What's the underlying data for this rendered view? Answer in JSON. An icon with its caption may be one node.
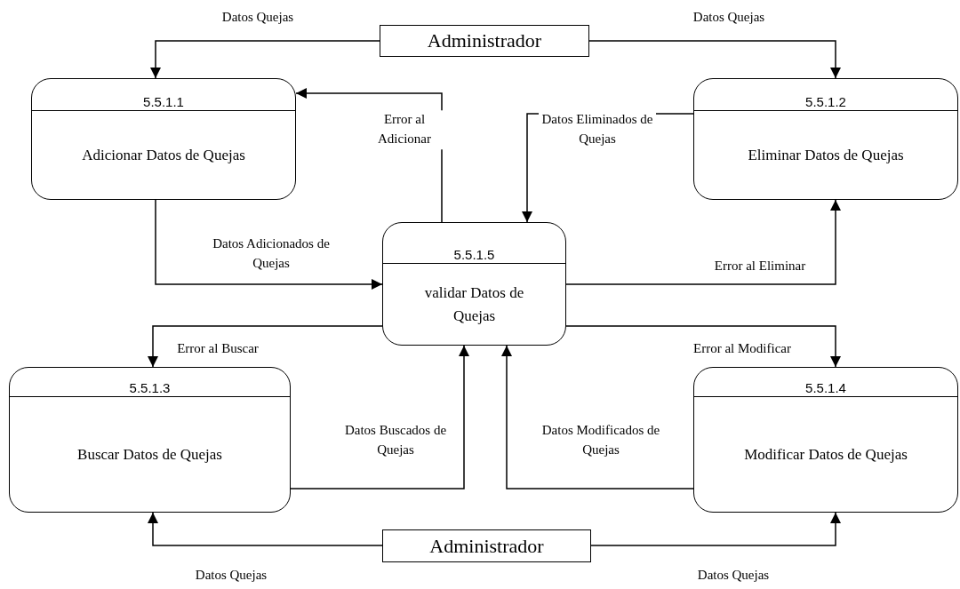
{
  "diagram": {
    "nodes": [
      {
        "text": [
          "Administrador"
        ]
      },
      {
        "text": [
          "5.5.1.1",
          "Adicionar Datos de Quejas"
        ]
      },
      {
        "text": [
          "5.5.1.2",
          "Eliminar Datos de Quejas"
        ]
      },
      {
        "text": [
          "5.5.1.5",
          "validar Datos de Quejas"
        ]
      },
      {
        "text": [
          "5.5.1.3",
          "Buscar Datos de Quejas"
        ]
      },
      {
        "text": [
          "5.5.1.4",
          "Modificar Datos de Quejas"
        ]
      },
      {
        "text": [
          "Administrador"
        ]
      }
    ],
    "edges": [
      {
        "from": 0,
        "to": 1,
        "arrow": "to",
        "label": "Datos Quejas"
      },
      {
        "from": 0,
        "to": 2,
        "arrow": "to",
        "label": "Datos Quejas"
      },
      {
        "from": 3,
        "to": 1,
        "arrow": "to",
        "label": "Error al Adicionar"
      },
      {
        "from": 2,
        "to": 3,
        "arrow": "to",
        "label": "Datos Eliminados de Quejas"
      },
      {
        "from": 1,
        "to": 3,
        "arrow": "to",
        "label": "Datos Adicionados de Quejas"
      },
      {
        "from": 3,
        "to": 2,
        "arrow": "to",
        "label": "Error al Eliminar"
      },
      {
        "from": 3,
        "to": 4,
        "arrow": "to",
        "label": "Error al Buscar"
      },
      {
        "from": 3,
        "to": 5,
        "arrow": "to",
        "label": "Error al Modificar"
      },
      {
        "from": 4,
        "to": 3,
        "arrow": "to",
        "label": "Datos Buscados de Quejas"
      },
      {
        "from": 5,
        "to": 3,
        "arrow": "to",
        "label": "Datos Modificados de Quejas"
      },
      {
        "from": 6,
        "to": 4,
        "arrow": "to",
        "label": "Datos Quejas"
      },
      {
        "from": 6,
        "to": 5,
        "arrow": "to",
        "label": "Datos Quejas"
      }
    ]
  }
}
